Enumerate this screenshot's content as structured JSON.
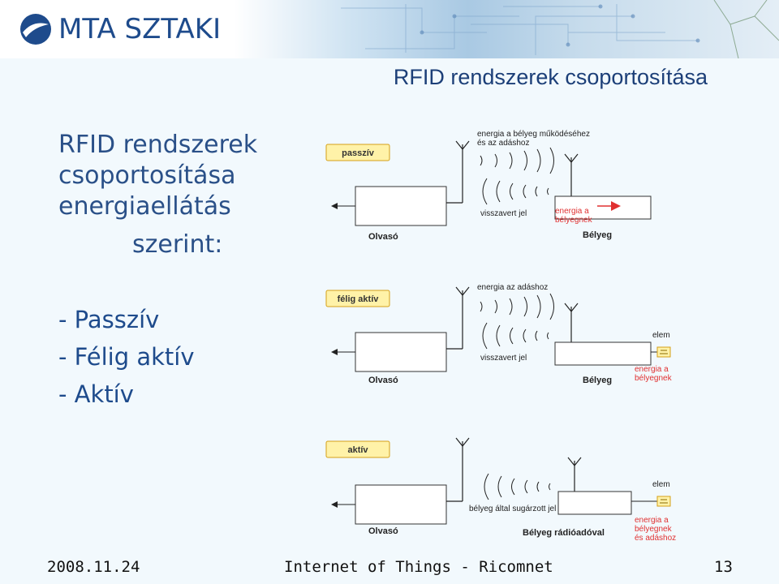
{
  "header": {
    "logo_text": "MTA SZTAKI"
  },
  "slide": {
    "title": "RFID rendszerek csoportosítása",
    "left_text": {
      "line1": "RFID rendszerek",
      "line2": "csoportosítása",
      "line3": "energiaellátás",
      "line4": "szerint:"
    },
    "bullets": [
      "- Passzív",
      "- Félig aktív",
      "- Aktív"
    ]
  },
  "diagram": {
    "passive": {
      "tag_label": "passzív",
      "top_text_1": "energia a bélyeg működéséhez",
      "top_text_2": "és az adáshoz",
      "reflected": "visszavert jel",
      "energy_1": "energia a",
      "energy_2": "bélyegnek",
      "reader": "Olvasó",
      "tag": "Bélyeg"
    },
    "semi": {
      "tag_label": "félig aktív",
      "top_text": "energia az adáshoz",
      "reflected": "visszavert jel",
      "battery": "elem",
      "energy_1": "energia a",
      "energy_2": "bélyegnek",
      "reader": "Olvasó",
      "tag": "Bélyeg"
    },
    "active": {
      "tag_label": "aktív",
      "battery": "elem",
      "radiated": "bélyeg által sugárzott jel",
      "energy_1": "energia a",
      "energy_2": "bélyegnek",
      "energy_3": "és adáshoz",
      "reader": "Olvasó",
      "tag": "Bélyeg rádióadóval"
    },
    "colors": {
      "label_bg": "#fff2a8",
      "label_border": "#d4a017",
      "arrow_red": "#e03030",
      "battery": "#d4a017"
    }
  },
  "footer": {
    "date": "2008.11.24",
    "title": "Internet of Things - Ricomnet",
    "page": "13"
  }
}
